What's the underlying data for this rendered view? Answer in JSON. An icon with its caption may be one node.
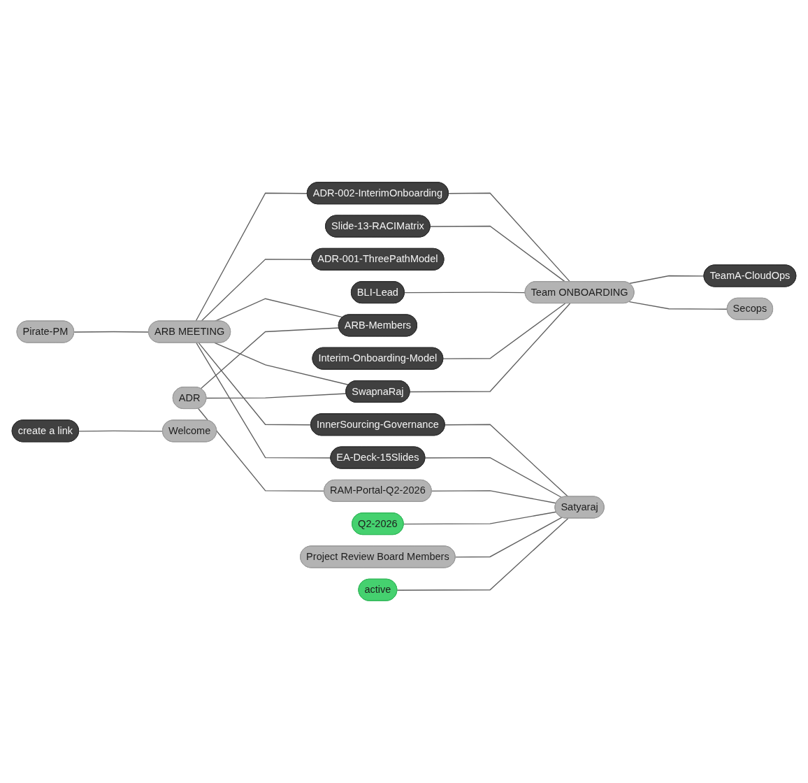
{
  "diagram": {
    "nodes": [
      {
        "text": [
          "create a link"
        ]
      },
      {
        "text": [
          "Welcome"
        ]
      },
      {
        "text": [
          "Pirate-PM"
        ]
      },
      {
        "text": [
          "ARB MEETING"
        ]
      },
      {
        "text": [
          "ADR"
        ]
      },
      {
        "text": [
          "Slide-13-RACIMatrix"
        ]
      },
      {
        "text": [
          "ADR-002-InterimOnboarding"
        ]
      },
      {
        "text": [
          "ADR-001-ThreePathModel"
        ]
      },
      {
        "text": [
          "BLI-Lead"
        ]
      },
      {
        "text": [
          "ARB-Members"
        ]
      },
      {
        "text": [
          "EA-Deck-15Slides"
        ]
      },
      {
        "text": [
          "Interim-Onboarding-Model"
        ]
      },
      {
        "text": [
          "InnerSourcing-Governance"
        ]
      },
      {
        "text": [
          "RAM-Portal-Q2-2026"
        ]
      },
      {
        "text": [
          "SwapnaRaj"
        ]
      },
      {
        "text": [
          "Team ONBOARDING"
        ]
      },
      {
        "text": [
          "Q2-2026"
        ]
      },
      {
        "text": [
          "Project Review Board Members"
        ]
      },
      {
        "text": [
          "Satyaraj"
        ]
      },
      {
        "text": [
          "Secops"
        ]
      },
      {
        "text": [
          "TeamA-CloudOps"
        ]
      },
      {
        "text": [
          "active"
        ]
      }
    ],
    "edges": [
      {
        "from": 0,
        "to": 1,
        "arrow": "none"
      },
      {
        "from": 2,
        "to": 3,
        "arrow": "none"
      },
      {
        "from": 3,
        "to": 7,
        "arrow": "none"
      },
      {
        "from": 3,
        "to": 9,
        "arrow": "none"
      },
      {
        "from": 4,
        "to": 9,
        "arrow": "none"
      },
      {
        "from": 3,
        "to": 6,
        "arrow": "none"
      },
      {
        "from": 3,
        "to": 12,
        "arrow": "none"
      },
      {
        "from": 3,
        "to": 14,
        "arrow": "none"
      },
      {
        "from": 3,
        "to": 10,
        "arrow": "none"
      },
      {
        "from": 4,
        "to": 14,
        "arrow": "none"
      },
      {
        "from": 4,
        "to": 13,
        "arrow": "none"
      },
      {
        "from": 6,
        "to": 15,
        "arrow": "none"
      },
      {
        "from": 5,
        "to": 15,
        "arrow": "none"
      },
      {
        "from": 8,
        "to": 15,
        "arrow": "none"
      },
      {
        "from": 11,
        "to": 15,
        "arrow": "none"
      },
      {
        "from": 14,
        "to": 15,
        "arrow": "none"
      },
      {
        "from": 15,
        "to": 20,
        "arrow": "none"
      },
      {
        "from": 15,
        "to": 19,
        "arrow": "none"
      },
      {
        "from": 12,
        "to": 18,
        "arrow": "none"
      },
      {
        "from": 10,
        "to": 18,
        "arrow": "none"
      },
      {
        "from": 13,
        "to": 18,
        "arrow": "none"
      },
      {
        "from": 16,
        "to": 18,
        "arrow": "none"
      },
      {
        "from": 17,
        "to": 18,
        "arrow": "none"
      },
      {
        "from": 21,
        "to": 18,
        "arrow": "none"
      }
    ]
  }
}
